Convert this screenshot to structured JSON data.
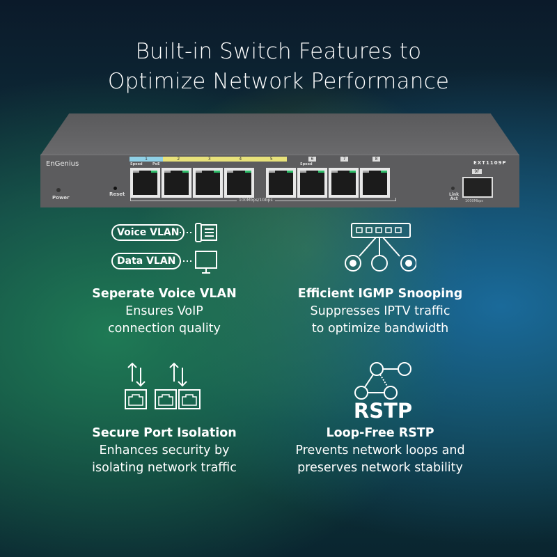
{
  "headline": {
    "line1": "Built-in Switch Features to",
    "line2": "Optimize Network Performance"
  },
  "switch": {
    "brand": "EnGenius",
    "model": "EXT1109P",
    "power": "Power",
    "reset": "Reset",
    "speed": "Speed",
    "poe": "PoE",
    "ports": [
      "1",
      "2",
      "3",
      "4",
      "5",
      "6",
      "7",
      "8"
    ],
    "port_speed": "100Mbps/1Gbps",
    "sfp_port": "9F",
    "sfp_speed": "1000Mbps",
    "link": "Link",
    "act": "Act"
  },
  "features": [
    {
      "icon_labels": [
        "Voice VLAN",
        "Data VLAN"
      ],
      "title": "Seperate Voice VLAN",
      "desc1": "Ensures VoIP",
      "desc2": "connection quality"
    },
    {
      "title": "Efficient IGMP Snooping",
      "desc1": "Suppresses IPTV traffic",
      "desc2": "to optimize bandwidth"
    },
    {
      "title": "Secure Port Isolation",
      "desc1": "Enhances security by",
      "desc2": "isolating network traffic"
    },
    {
      "icon_label": "RSTP",
      "title": "Loop-Free RSTP",
      "desc1": "Prevents network loops and",
      "desc2": "preserves network stability"
    }
  ],
  "colors": {
    "poe_strip": "#e8e27a",
    "speed_strip": "#8fd0e6",
    "led_green": "#2fbf6a"
  }
}
